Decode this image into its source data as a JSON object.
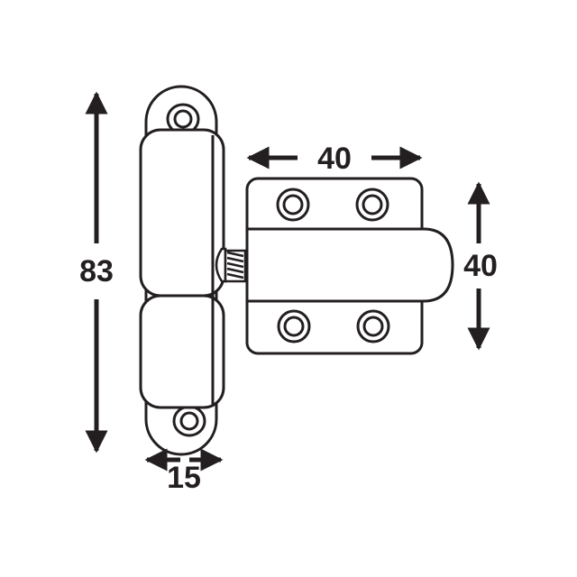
{
  "dimensions": {
    "height_label": "83",
    "width_label": "15",
    "plate_width_label": "40",
    "plate_height_label": "40"
  },
  "colors": {
    "stroke": "#231f20",
    "fill": "#ffffff"
  }
}
